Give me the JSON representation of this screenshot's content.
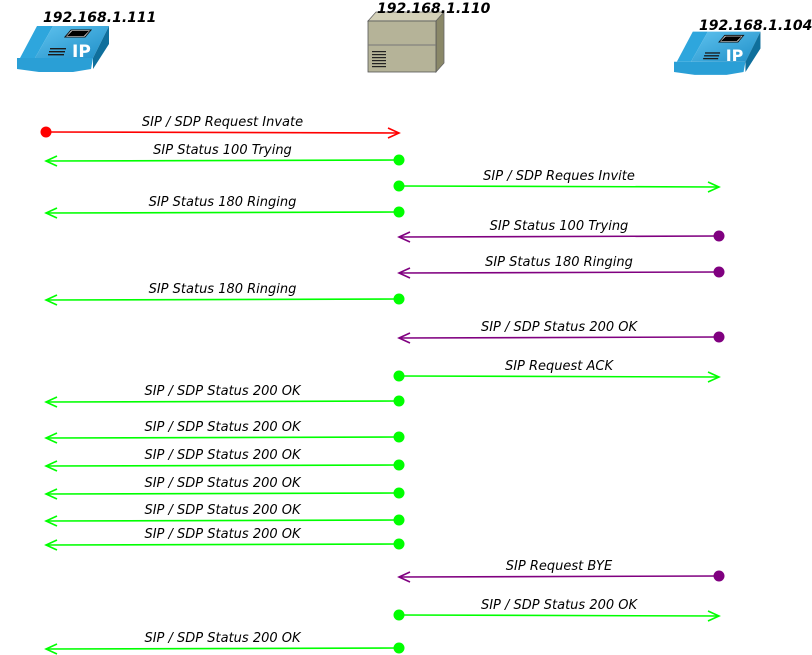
{
  "nodes": [
    {
      "id": "left-phone",
      "label": "192.168.1.111",
      "icon": "ip-phone-icon",
      "badge": "IP"
    },
    {
      "id": "server",
      "label": "192.168.1.110",
      "icon": "server-icon"
    },
    {
      "id": "right-phone",
      "label": "192.168.1.104",
      "icon": "ip-phone-icon",
      "badge": "IP"
    }
  ],
  "colors": {
    "red": "#ff0000",
    "green": "#00ff00",
    "purple": "#800080"
  },
  "messages": [
    {
      "label": "SIP / SDP Request Invate",
      "from": "left-phone",
      "to": "server",
      "color": "red"
    },
    {
      "label": "SIP Status 100 Trying",
      "from": "server",
      "to": "left-phone",
      "color": "green"
    },
    {
      "label": "SIP / SDP Reques Invite",
      "from": "server",
      "to": "right-phone",
      "color": "green"
    },
    {
      "label": "SIP Status 180 Ringing",
      "from": "server",
      "to": "left-phone",
      "color": "green"
    },
    {
      "label": "SIP Status 100 Trying",
      "from": "right-phone",
      "to": "server",
      "color": "purple"
    },
    {
      "label": "SIP Status 180 Ringing",
      "from": "right-phone",
      "to": "server",
      "color": "purple"
    },
    {
      "label": "SIP Status 180 Ringing",
      "from": "server",
      "to": "left-phone",
      "color": "green"
    },
    {
      "label": "SIP / SDP  Status 200 OK",
      "from": "right-phone",
      "to": "server",
      "color": "purple"
    },
    {
      "label": "SIP Request ACK",
      "from": "server",
      "to": "right-phone",
      "color": "green"
    },
    {
      "label": "SIP / SDP  Status 200 OK",
      "from": "server",
      "to": "left-phone",
      "color": "green"
    },
    {
      "label": "SIP / SDP  Status 200 OK",
      "from": "server",
      "to": "left-phone",
      "color": "green"
    },
    {
      "label": "SIP / SDP  Status 200 OK",
      "from": "server",
      "to": "left-phone",
      "color": "green"
    },
    {
      "label": "SIP / SDP  Status 200 OK",
      "from": "server",
      "to": "left-phone",
      "color": "green"
    },
    {
      "label": "SIP / SDP  Status 200 OK",
      "from": "server",
      "to": "left-phone",
      "color": "green"
    },
    {
      "label": "SIP / SDP  Status 200 OK",
      "from": "server",
      "to": "left-phone",
      "color": "green"
    },
    {
      "label": "SIP Request BYE",
      "from": "right-phone",
      "to": "server",
      "color": "purple"
    },
    {
      "label": "SIP / SDP  Status 200 OK",
      "from": "server",
      "to": "right-phone",
      "color": "green"
    },
    {
      "label": "SIP / SDP  Status 200 OK",
      "from": "server",
      "to": "left-phone",
      "color": "green"
    }
  ]
}
